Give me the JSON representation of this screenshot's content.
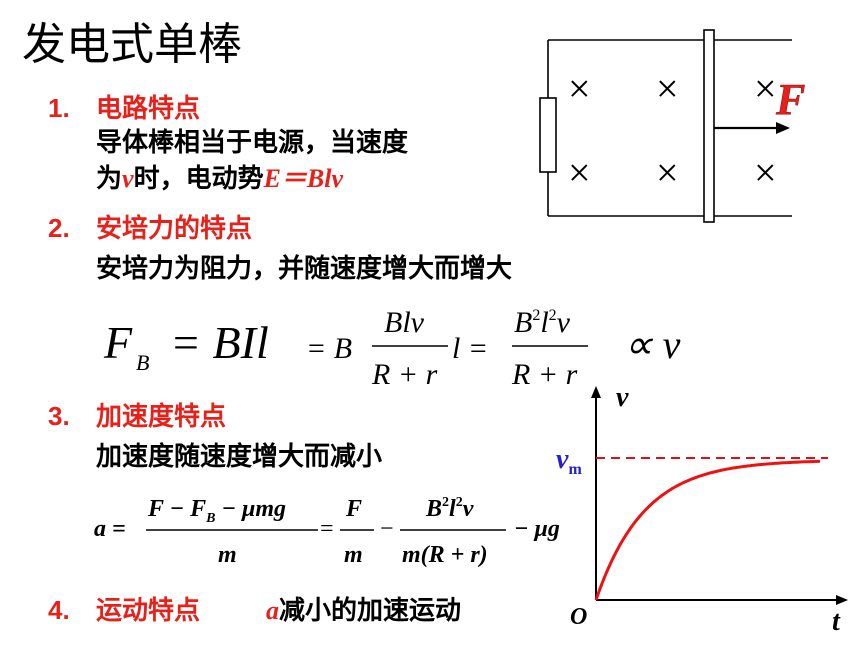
{
  "title": "发电式单棒",
  "sections": [
    {
      "num": "1.",
      "label": "电路特点"
    },
    {
      "num": "2.",
      "label": "安培力的特点"
    },
    {
      "num": "3.",
      "label": "加速度特点"
    },
    {
      "num": "4.",
      "label": "运动特点"
    }
  ],
  "s1": {
    "line1": "导体棒相当于电源，当速度",
    "line2_pre": "为",
    "v": "v",
    "line2_mid": "时，电动势",
    "emf": "E＝Blv"
  },
  "s2": {
    "text": "安培力为阻力，并随速度增大而增大"
  },
  "s3": {
    "text": "加速度随速度增大而减小"
  },
  "s4": {
    "a": "a",
    "text": "减小的加速运动"
  },
  "circuit": {
    "force_label": "F",
    "cross": "×"
  },
  "graph": {
    "y_label": "v",
    "vm_label": "v",
    "vm_sub": "m",
    "origin": "O",
    "x_label": "t",
    "curve_color": "#ee1111",
    "dash_color": "#dd1111"
  },
  "formula_fb": {
    "lhs": "F",
    "lhs_sub": "B",
    "eq1": "= BIl",
    "eq2": "= B",
    "num1": "Blv",
    "den1": "R + r",
    "mid": "l =",
    "num2_B": "B",
    "num2_l": "l",
    "num2_v": "v",
    "sup": "2",
    "den2": "R + r",
    "prop": "∝ v"
  },
  "formula_a": {
    "lhs": "a =",
    "num1": "F − F",
    "num1_sub": "B",
    "num1_rest": " − μmg",
    "den1": "m",
    "eq2": "=",
    "num2": "F",
    "den2": "m",
    "minus": "−",
    "num3_B": "B",
    "num3_l": "l",
    "num3_v": "v",
    "sup": "2",
    "den3": "m(R + r)",
    "tail": "− μg"
  }
}
